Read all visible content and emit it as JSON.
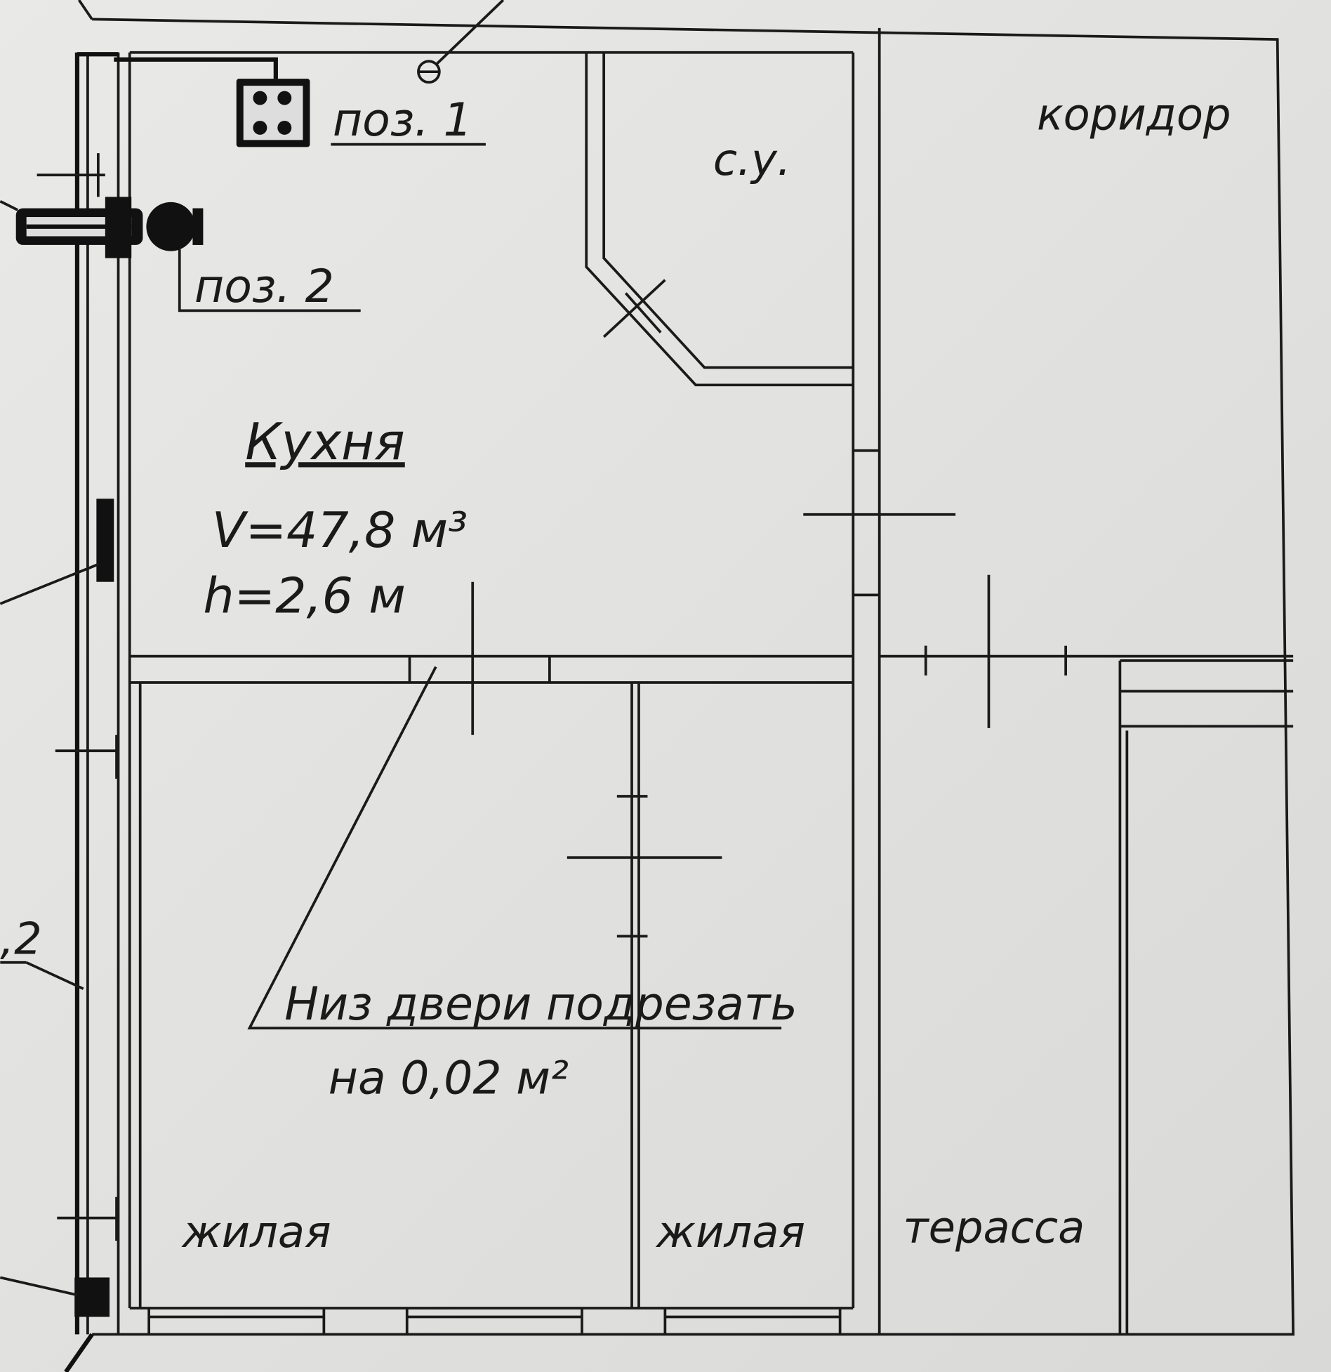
{
  "labels": {
    "pos1": "поз. 1",
    "pos2": "поз. 2",
    "bathroom": "с.у.",
    "corridor": "коридор",
    "kitchen": "Кухня",
    "kitchen_volume": "V=47,8 м³",
    "kitchen_height": "h=2,6 м",
    "door_note_line1": "Низ двери подрезать",
    "door_note_line2": "на 0,02 м²",
    "living1": "жилая",
    "living2": "жилая",
    "terrace": "терасса",
    "edge_fragment": ",2"
  }
}
